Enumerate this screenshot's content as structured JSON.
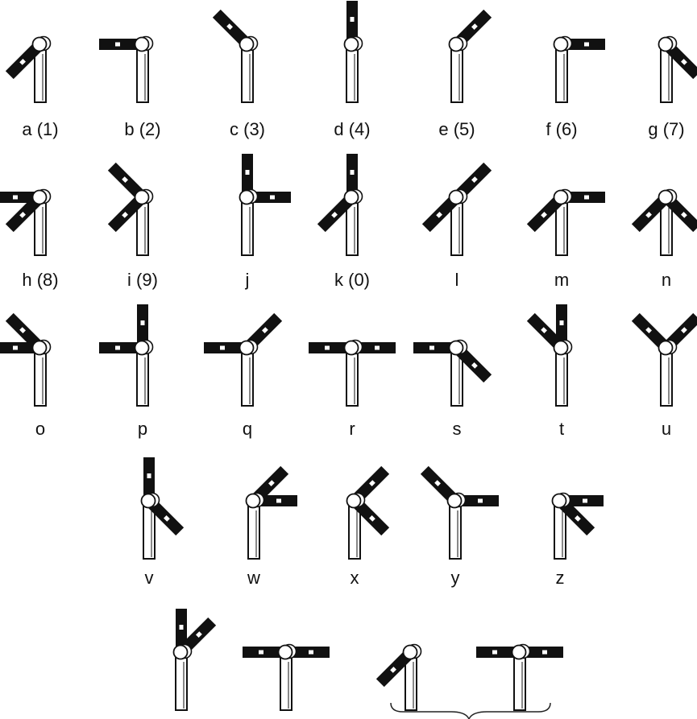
{
  "title": "",
  "signals": [
    {
      "label": "a (1)",
      "arms": [
        "SW"
      ]
    },
    {
      "label": "b (2)",
      "arms": [
        "W"
      ]
    },
    {
      "label": "c (3)",
      "arms": [
        "NW"
      ]
    },
    {
      "label": "d (4)",
      "arms": [
        "N"
      ]
    },
    {
      "label": "e (5)",
      "arms": [
        "NE"
      ]
    },
    {
      "label": "f (6)",
      "arms": [
        "E"
      ]
    },
    {
      "label": "g (7)",
      "arms": [
        "SE"
      ]
    },
    {
      "label": "h (8)",
      "arms": [
        "W",
        "SW"
      ]
    },
    {
      "label": "i (9)",
      "arms": [
        "NW",
        "SW"
      ]
    },
    {
      "label": "j",
      "arms": [
        "N",
        "E"
      ]
    },
    {
      "label": "k (0)",
      "arms": [
        "N",
        "SW"
      ]
    },
    {
      "label": "l",
      "arms": [
        "NE",
        "SW"
      ]
    },
    {
      "label": "m",
      "arms": [
        "E",
        "SW"
      ]
    },
    {
      "label": "n",
      "arms": [
        "SE",
        "SW"
      ]
    },
    {
      "label": "o",
      "arms": [
        "NW",
        "W"
      ]
    },
    {
      "label": "p",
      "arms": [
        "N",
        "W"
      ]
    },
    {
      "label": "q",
      "arms": [
        "NE",
        "W"
      ]
    },
    {
      "label": "r",
      "arms": [
        "E",
        "W"
      ]
    },
    {
      "label": "s",
      "arms": [
        "SE",
        "W"
      ]
    },
    {
      "label": "t",
      "arms": [
        "N",
        "NW"
      ]
    },
    {
      "label": "u",
      "arms": [
        "NE",
        "NW"
      ]
    },
    {
      "label": "v",
      "arms": [
        "N",
        "SE"
      ]
    },
    {
      "label": "w",
      "arms": [
        "NE",
        "E"
      ]
    },
    {
      "label": "x",
      "arms": [
        "NE",
        "SE"
      ]
    },
    {
      "label": "y",
      "arms": [
        "NW",
        "E"
      ]
    },
    {
      "label": "z",
      "arms": [
        "E",
        "SE"
      ]
    },
    {
      "label": "",
      "arms": [
        "N",
        "NE"
      ]
    },
    {
      "label": "",
      "arms": [
        "W",
        "E"
      ]
    },
    {
      "label": "",
      "arms": [
        "SW"
      ]
    },
    {
      "label": "",
      "arms": [
        "W",
        "E"
      ]
    }
  ],
  "colors": {
    "arm": "#111111",
    "post": "#ffffff",
    "stroke": "#111111",
    "stripe": "#ffffff"
  }
}
